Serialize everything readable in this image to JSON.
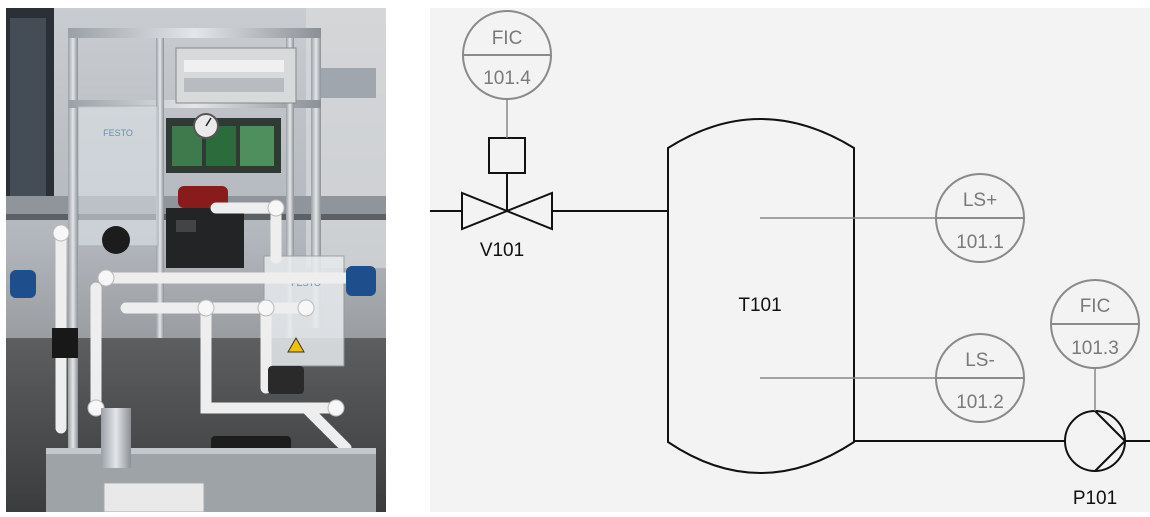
{
  "photo": {
    "description_icon": "process-station-photo-icon",
    "brand_label_1": "FESTO",
    "brand_label_2": "FESTO"
  },
  "diagram": {
    "colors": {
      "background": "#f3f3f3",
      "line_dark": "#111111",
      "line_gray": "#888888",
      "instrument_stroke": "#8a8a8a"
    },
    "tank": {
      "label": "T101"
    },
    "valve": {
      "label": "V101"
    },
    "pump": {
      "label": "P101"
    },
    "instruments": [
      {
        "id": "fic-101-4",
        "function": "FIC",
        "tag": "101.4"
      },
      {
        "id": "ls-plus-101-1",
        "function": "LS+",
        "tag": "101.1"
      },
      {
        "id": "ls-minus-101-2",
        "function": "LS-",
        "tag": "101.2"
      },
      {
        "id": "fic-101-3",
        "function": "FIC",
        "tag": "101.3"
      }
    ]
  }
}
